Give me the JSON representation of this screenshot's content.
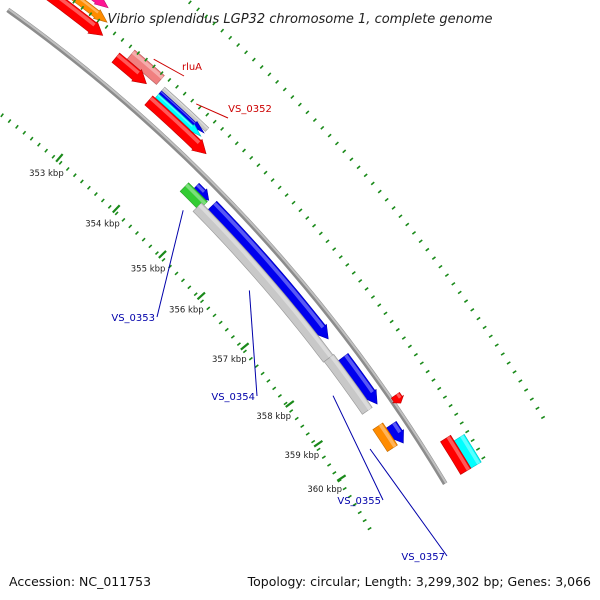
{
  "title": "Vibrio splendidus LGP32 chromosome 1, complete genome",
  "footer": {
    "accession": "Accession: NC_011753",
    "summary": "Topology: circular; Length: 3,299,302 bp; Genes: 3,066"
  },
  "colors": {
    "backbone": "#8c8c8c",
    "tick": "#1a8a1a",
    "label_forward": "#cc0000",
    "label_reverse": "#0000aa",
    "feature_red": "#ff0000",
    "feature_pink": "#f08080",
    "feature_blue": "#0000ee",
    "feature_cyan": "#00ffff",
    "feature_green": "#33cc33",
    "feature_orange": "#ff8c00",
    "feature_gray": "#c8c8c8",
    "feature_magenta": "#ff1493"
  },
  "ticks": [
    {
      "label": "353 kbp"
    },
    {
      "label": "354 kbp"
    },
    {
      "label": "355 kbp"
    },
    {
      "label": "356 kbp"
    },
    {
      "label": "357 kbp"
    },
    {
      "label": "358 kbp"
    },
    {
      "label": "359 kbp"
    },
    {
      "label": "360 kbp"
    }
  ],
  "gene_labels": [
    {
      "name": "rluA",
      "strand": "forward"
    },
    {
      "name": "VS_0352",
      "strand": "forward"
    },
    {
      "name": "VS_0353",
      "strand": "reverse"
    },
    {
      "name": "VS_0354",
      "strand": "reverse"
    },
    {
      "name": "VS_0355",
      "strand": "reverse"
    },
    {
      "name": "VS_0357",
      "strand": "reverse"
    }
  ]
}
